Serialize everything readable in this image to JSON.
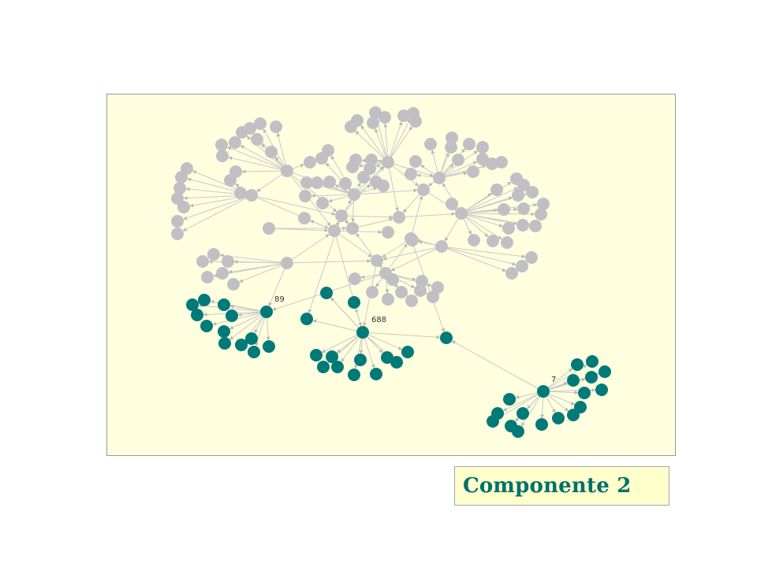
{
  "caption": "Componente 2",
  "labels": {
    "hub_a": "89",
    "hub_b": "688",
    "hub_c": "7"
  },
  "colors": {
    "panel_background": "#ffffe0",
    "gray_node": "#c0c0c4",
    "teal_node": "#007a78",
    "edge": "#c8c8c8",
    "caption_text": "#00706b",
    "caption_background": "#ffffcc"
  }
}
